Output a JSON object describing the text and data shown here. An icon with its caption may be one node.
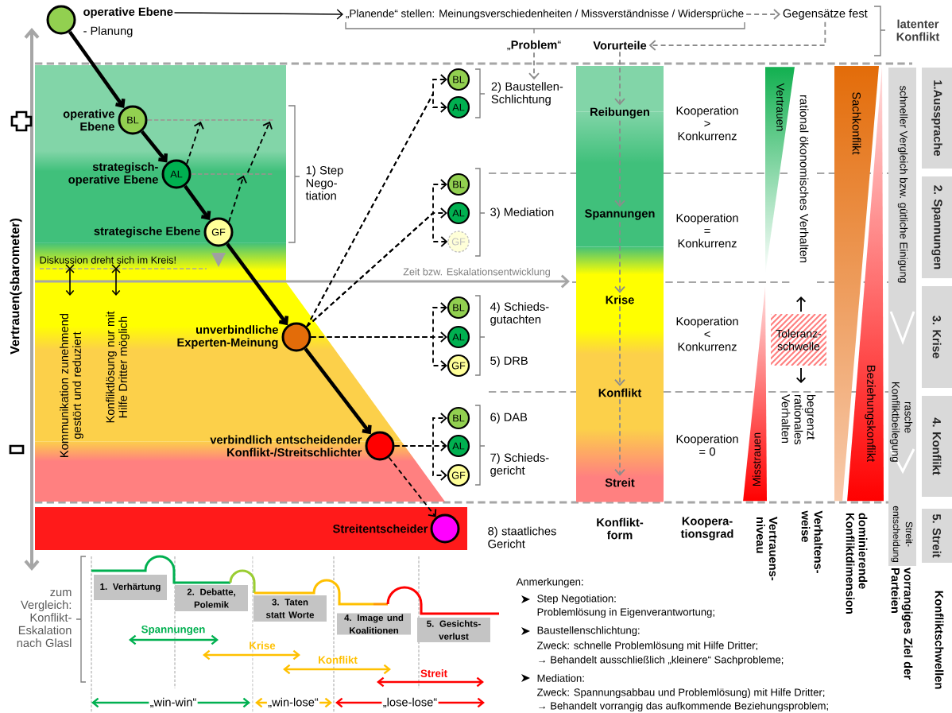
{
  "diagram": {
    "nodes": [
      {
        "text": [],
        "shape": "circle",
        "beside": [
          "operative Ebene",
          "- Planung"
        ]
      },
      {
        "text": [
          "BL"
        ],
        "beside": [
          "operative Ebene"
        ]
      },
      {
        "text": [
          "AL"
        ],
        "beside": [
          "strategisch- operative Ebene"
        ]
      },
      {
        "text": [
          "GF"
        ],
        "beside": [
          "strategische Ebene"
        ]
      },
      {
        "text": [],
        "shape": "circle",
        "beside": [
          "unverbindliche Experten-Meinung"
        ]
      },
      {
        "text": [],
        "shape": "circle",
        "beside": [
          "verbindlich entscheidender Konflikt-/Streitschlichter"
        ]
      },
      {
        "text": [],
        "shape": "circle",
        "beside": [
          "Streitentscheider"
        ]
      },
      {
        "text": [
          "BL"
        ]
      },
      {
        "text": [
          "AL"
        ]
      },
      {
        "text": [
          "BL"
        ]
      },
      {
        "text": [
          "AL"
        ]
      },
      {
        "text": [
          "GF"
        ]
      },
      {
        "text": [
          "BL"
        ]
      },
      {
        "text": [
          "AL"
        ]
      },
      {
        "text": [
          "GF"
        ]
      },
      {
        "text": [
          "BL"
        ]
      },
      {
        "text": [
          "AL"
        ]
      },
      {
        "text": [
          "GF"
        ]
      },
      {
        "text": [
          "„Planende“ stellen: Meinungsverschiedenheiten / Missverständnisse / Widersprüche"
        ]
      },
      {
        "text": [
          "Gegensätze fest"
        ]
      },
      {
        "text": [
          "„**Problem**“"
        ]
      },
      {
        "text": [
          "Vorurteile"
        ]
      },
      {
        "text": [
          "2) Baustellen- Schlichtung"
        ]
      },
      {
        "text": [
          "Reibungen"
        ]
      },
      {
        "text": [
          "Spannungen"
        ]
      },
      {
        "text": [
          "Krise"
        ]
      },
      {
        "text": [
          "Konflikt"
        ]
      },
      {
        "text": [
          "Streit"
        ]
      },
      {
        "text": [
          "1.Aussprache"
        ]
      },
      {
        "text": [
          "2. Spannungen"
        ]
      },
      {
        "text": [
          "3. Krise"
        ]
      },
      {
        "text": [
          "4. Konflikt"
        ]
      },
      {
        "text": [
          "5. Streit"
        ]
      },
      {
        "text": [
          "Toleranz- schwelle"
        ]
      },
      {
        "text": [
          "1. Verhärtung"
        ]
      },
      {
        "text": [
          "2. Debatte, Polemik"
        ]
      },
      {
        "text": [
          "3. Taten statt Worte"
        ]
      },
      {
        "text": [
          "4. Image und Koalitionen"
        ]
      },
      {
        "text": [
          "5. Gesichts- verlust"
        ]
      },
      {
        "text": [],
        "shape": "line"
      },
      {
        "text": [],
        "shape": "line"
      }
    ],
    "edges": [
      {
        "from": 0,
        "to": 1,
        "arrow": "to",
        "style": "thick"
      },
      {
        "from": 1,
        "to": 2,
        "arrow": "to",
        "style": "thick"
      },
      {
        "from": 2,
        "to": 3,
        "arrow": "to",
        "style": "thick"
      },
      {
        "from": 3,
        "to": 4,
        "arrow": "to",
        "style": "thick"
      },
      {
        "from": 4,
        "to": 5,
        "arrow": "to",
        "style": "thick"
      },
      {
        "from": 5,
        "to": 6,
        "arrow": "to",
        "style": "dashed"
      },
      {
        "from": 2,
        "to": 39,
        "arrow": "to",
        "style": "dashed"
      },
      {
        "from": 3,
        "to": 40,
        "arrow": "to",
        "style": "dashed"
      },
      {
        "from": 4,
        "to": 7,
        "arrow": "to",
        "style": "dashed"
      },
      {
        "from": 4,
        "to": 8,
        "arrow": "to",
        "style": "dashed"
      },
      {
        "from": 4,
        "to": 9,
        "arrow": "to",
        "style": "dashed"
      },
      {
        "from": 4,
        "to": 10,
        "arrow": "to",
        "style": "dashed"
      },
      {
        "from": 4,
        "to": 11,
        "arrow": "to",
        "style": "dashed"
      },
      {
        "from": 4,
        "to": 12,
        "arrow": "to",
        "style": "dashed"
      },
      {
        "from": 4,
        "to": 13,
        "arrow": "to",
        "style": "dashed"
      },
      {
        "from": 4,
        "to": 14,
        "arrow": "to",
        "style": "dashed"
      },
      {
        "from": 5,
        "to": 15,
        "arrow": "to",
        "style": "dashed"
      },
      {
        "from": 5,
        "to": 16,
        "arrow": "to",
        "style": "dashed"
      },
      {
        "from": 5,
        "to": 17,
        "arrow": "to",
        "style": "dashed"
      },
      {
        "from": 0,
        "to": 18,
        "arrow": "to"
      },
      {
        "from": 18,
        "to": 19,
        "arrow": "to",
        "style": "dashed",
        "color": "#8c8c8c"
      },
      {
        "from": 19,
        "to": 21,
        "arrow": "to",
        "style": "dashed",
        "color": "#8c8c8c"
      },
      {
        "from": 20,
        "to": 22,
        "arrow": "to",
        "style": "dashed",
        "color": "#8c8c8c"
      },
      {
        "from": 21,
        "to": 23,
        "arrow": "to",
        "style": "dashed",
        "color": "#8c8c8c"
      },
      {
        "from": 23,
        "to": 24,
        "arrow": "to",
        "style": "dashed",
        "color": "#8c8c8c"
      },
      {
        "from": 24,
        "to": 25,
        "arrow": "to",
        "style": "dashed",
        "color": "#8c8c8c"
      },
      {
        "from": 25,
        "to": 26,
        "arrow": "to",
        "style": "dashed",
        "color": "#8c8c8c"
      },
      {
        "from": 26,
        "to": 27,
        "arrow": "to",
        "style": "dashed",
        "color": "#8c8c8c"
      },
      {
        "from": 40,
        "to": 39,
        "arrow": "to",
        "style": "dashed"
      }
    ],
    "labels": [
      "latenter Konflikt",
      "Vertrauen(sbarometer)",
      "Diskussion dreht sich im Kreis!",
      "Zeit bzw. Eskalationsentwicklung",
      "Kommunikation zunehmend gestört und reduziert",
      "Konfliktlösung nur mit Hilfe Dritter möglich",
      "1) Step Nego- tiation",
      "3) Mediation",
      "4) Schieds- gutachten",
      "5) DRB",
      "6) DAB",
      "7) Schieds- gericht",
      "8) staatliches Gericht",
      "Kooperation > Konkurrenz",
      "Kooperation = Konkurrenz",
      "Kooperation < Konkurrenz",
      "Kooperation = 0",
      "Vertrauen",
      "rational ökonomisches Verhalten",
      "Misstrauen",
      "begrenzt rationales Verhalten",
      "Sachkonflikt",
      "Beziehungskonflikt",
      "schneller Vergleich bzw. gütliche Einigung",
      "rasche Konfliktbeilegung",
      "Streit- entscheidung",
      "Konflikt- form",
      "Koopera- tionsgrad",
      "Vertrauens- niveau",
      "Verhaltens- weise",
      "dominierende Konfliktdimension",
      "vorrangiges Ziel der Parteien",
      "Konfliktschwellen",
      "zum Vergleich: Konflikt- Eskalation nach Glasl",
      "Spannungen",
      "Krise",
      "Konflikt",
      "Streit",
      "„win-win“",
      "„win-lose“",
      "„lose-lose“",
      "Anmerkungen:",
      "Step Negotiation:",
      "Problemlösung in Eigenverantwortung;",
      "Baustellenschlichtung:",
      "Zweck: schnelle Problemlösung mit Hilfe Dritter;",
      "→ Behandelt ausschließlich „kleinere“ Sachprobleme;",
      "Mediation:",
      "Zweck: Spannungsabbau und Problemlösung) mit Hilfe Dritter;",
      "→ Behandelt vorrangig das aufkommende Beziehungsproblem;"
    ]
  }
}
